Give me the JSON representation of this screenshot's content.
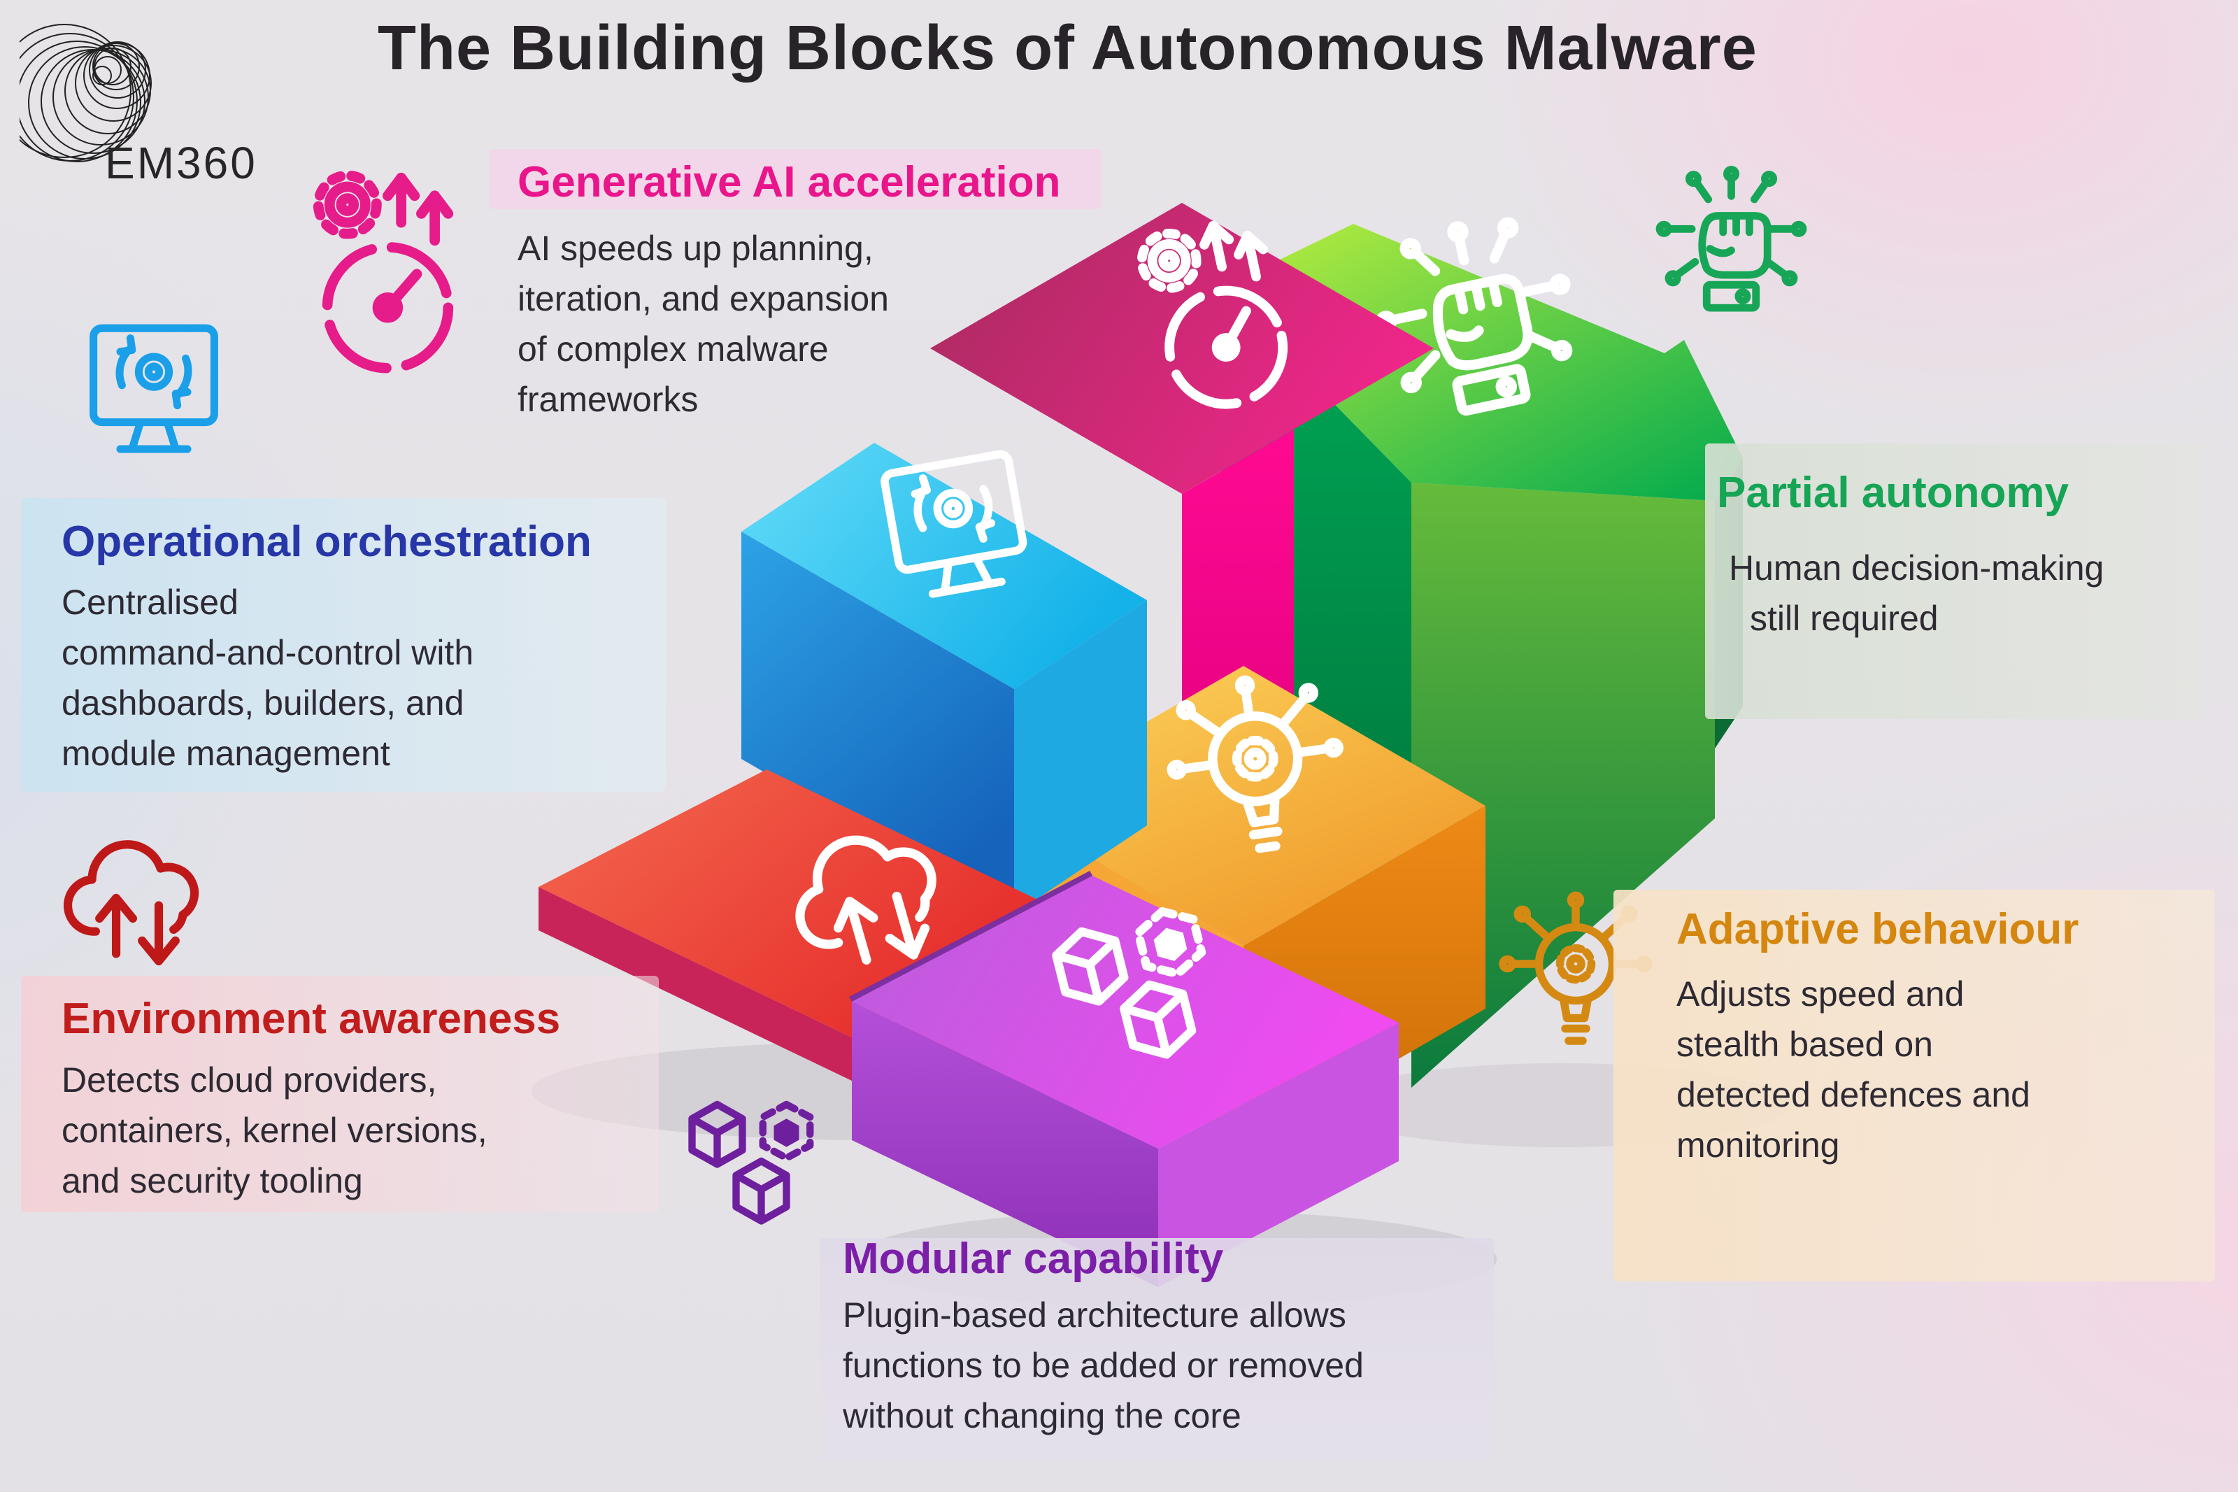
{
  "page": {
    "title": "The Building Blocks of Autonomous Malware",
    "brand": "EM360"
  },
  "sections": [
    {
      "key": "generative",
      "title": "Generative AI acceleration",
      "body_lines": [
        "AI speeds up planning,",
        "iteration, and expansion",
        "of complex malware",
        "frameworks"
      ],
      "accent_color": "#e9158a",
      "icon": "gauge-gear-icon"
    },
    {
      "key": "operational",
      "title": "Operational orchestration",
      "body_lines": [
        "Centralised",
        "command-and-control with",
        "dashboards, builders, and",
        "module management"
      ],
      "accent_color": "#2737a8",
      "icon": "monitor-sync-icon"
    },
    {
      "key": "environment",
      "title": "Environment awareness",
      "body_lines": [
        "Detects cloud providers,",
        "containers, kernel versions,",
        "and security tooling"
      ],
      "accent_color": "#c11d1d",
      "icon": "cloud-transfer-icon"
    },
    {
      "key": "partial",
      "title": "Partial autonomy",
      "body_lines": [
        "Human decision-making",
        "still required"
      ],
      "accent_color": "#16a455",
      "icon": "fist-circuit-icon"
    },
    {
      "key": "adaptive",
      "title": "Adaptive behaviour",
      "body_lines": [
        "Adjusts speed and",
        "stealth based on",
        "detected defences and",
        "monitoring"
      ],
      "accent_color": "#d4860f",
      "icon": "bulb-gear-circuit-icon"
    },
    {
      "key": "modular",
      "title": "Modular capability",
      "body_lines": [
        "Plugin-based architecture allows",
        "functions to be added or removed",
        "without changing the core"
      ],
      "accent_color": "#7b1fa8",
      "icon": "cubes-hex-icon"
    }
  ],
  "blocks": {
    "pink": "#f2078e",
    "blue": "#1f8fd9",
    "green_arrow": "#2db44e",
    "orange": "#f29a28",
    "purple": "#cb5fe6",
    "red": "#e8322e"
  }
}
